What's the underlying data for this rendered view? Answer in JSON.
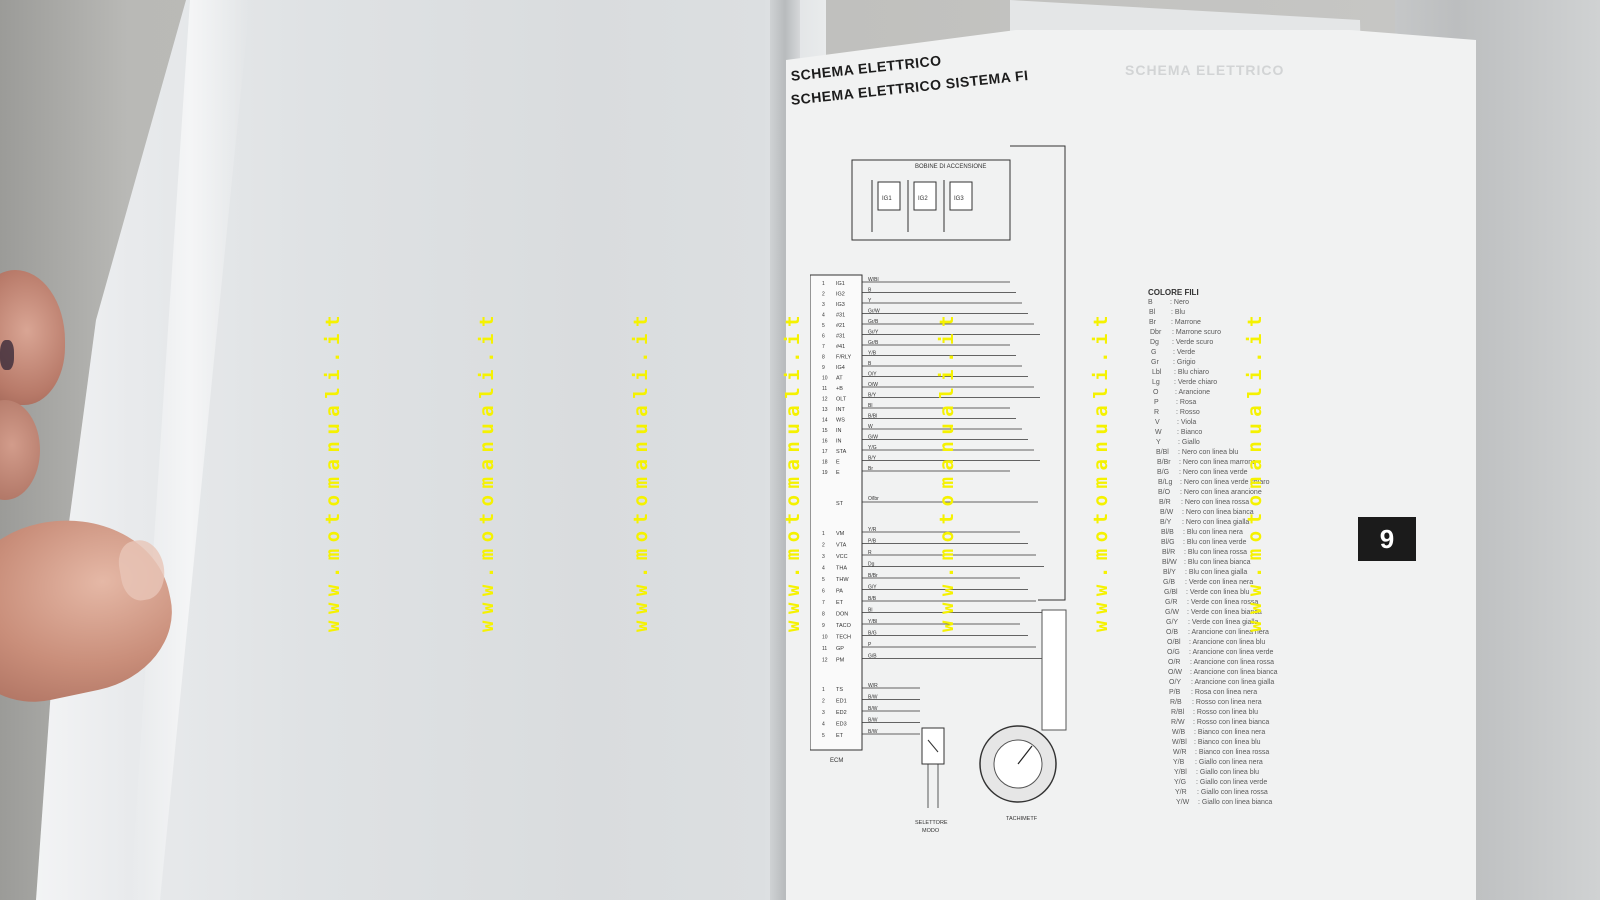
{
  "page": {
    "header_title": "SCHEMA ELETTRICO",
    "header_subtitle": "SCHEMA ELETTRICO SISTEMA FI",
    "ghost_title": "SCHEMA ELETTRICO",
    "chapter_number": "9"
  },
  "diagram": {
    "coils_label": "BOBINE DI ACCENSIONE",
    "coils": [
      "IG1",
      "IG2",
      "IG3"
    ],
    "ecm_label": "ECM",
    "ecm_pins_group1": [
      "IG1",
      "IG2",
      "IG3",
      "#31",
      "#21",
      "#31",
      "#41",
      "F/RLY",
      "IG4",
      "AT",
      "+B",
      "OLT",
      "INT",
      "WS",
      "IN",
      "IN",
      "STA",
      "E",
      "E"
    ],
    "ecm_pin_st": "ST",
    "ecm_pins_group2": [
      "VM",
      "VTA",
      "VCC",
      "THA",
      "THW",
      "PA",
      "ET",
      "DON",
      "TACO",
      "TECH",
      "GP",
      "PM"
    ],
    "ecm_pins_group3": [
      "TS",
      "ED1",
      "ED2",
      "ED3",
      "ET"
    ],
    "wires_group1": [
      "W/Bl",
      "B",
      "Y",
      "Gr/W",
      "Gr/B",
      "Gr/Y",
      "Gr/B",
      "Y/B",
      "B",
      "O/Y",
      "O/W",
      "B/Y",
      "Bl",
      "B/Bl",
      "W",
      "G/W",
      "Y/G",
      "B/Y",
      "Br"
    ],
    "wire_st": "O/lbr",
    "wires_group2": [
      "Y/R",
      "P/B",
      "R",
      "Dg",
      "B/Br",
      "G/Y",
      "B/B",
      "Bl",
      "Y/Bl",
      "B/G",
      "P",
      "G/B"
    ],
    "wires_group3": [
      "W/R",
      "B/W",
      "B/W",
      "B/W",
      "B/W"
    ],
    "selector_label_line1": "SELETTORE",
    "selector_label_line2": "MODO",
    "tachometer_label": "TACHIMETF"
  },
  "legend": {
    "title": "COLORE FILI",
    "entries": [
      {
        "code": "B",
        "name": ": Nero"
      },
      {
        "code": "Bl",
        "name": ": Blu"
      },
      {
        "code": "Br",
        "name": ": Marrone"
      },
      {
        "code": "Dbr",
        "name": ": Marrone scuro"
      },
      {
        "code": "Dg",
        "name": ": Verde scuro"
      },
      {
        "code": "G",
        "name": ": Verde"
      },
      {
        "code": "Gr",
        "name": ": Grigio"
      },
      {
        "code": "Lbl",
        "name": ": Blu chiaro"
      },
      {
        "code": "Lg",
        "name": ": Verde chiaro"
      },
      {
        "code": "O",
        "name": ": Arancione"
      },
      {
        "code": "P",
        "name": ": Rosa"
      },
      {
        "code": "R",
        "name": ": Rosso"
      },
      {
        "code": "V",
        "name": ": Viola"
      },
      {
        "code": "W",
        "name": ": Bianco"
      },
      {
        "code": "Y",
        "name": ": Giallo"
      },
      {
        "code": "B/Bl",
        "name": ": Nero con linea blu"
      },
      {
        "code": "B/Br",
        "name": ": Nero con linea marrone"
      },
      {
        "code": "B/G",
        "name": ": Nero con linea verde"
      },
      {
        "code": "B/Lg",
        "name": ": Nero con linea verde chiaro"
      },
      {
        "code": "B/O",
        "name": ": Nero con linea arancione"
      },
      {
        "code": "B/R",
        "name": ": Nero con linea rossa"
      },
      {
        "code": "B/W",
        "name": ": Nero con linea bianca"
      },
      {
        "code": "B/Y",
        "name": ": Nero con linea gialla"
      },
      {
        "code": "Bl/B",
        "name": ": Blu con linea nera"
      },
      {
        "code": "Bl/G",
        "name": ": Blu con linea verde"
      },
      {
        "code": "Bl/R",
        "name": ": Blu con linea rossa"
      },
      {
        "code": "Bl/W",
        "name": ": Blu con linea bianca"
      },
      {
        "code": "Bl/Y",
        "name": ": Blu con linea gialla"
      },
      {
        "code": "G/B",
        "name": ": Verde con linea nera"
      },
      {
        "code": "G/Bl",
        "name": ": Verde con linea blu"
      },
      {
        "code": "G/R",
        "name": ": Verde con linea rossa"
      },
      {
        "code": "G/W",
        "name": ": Verde con linea bianca"
      },
      {
        "code": "G/Y",
        "name": ": Verde con linea gialla"
      },
      {
        "code": "O/B",
        "name": ": Arancione con linea nera"
      },
      {
        "code": "O/Bl",
        "name": ": Arancione con linea blu"
      },
      {
        "code": "O/G",
        "name": ": Arancione con linea verde"
      },
      {
        "code": "O/R",
        "name": ": Arancione con linea rossa"
      },
      {
        "code": "O/W",
        "name": ": Arancione con linea bianca"
      },
      {
        "code": "O/Y",
        "name": ": Arancione con linea gialla"
      },
      {
        "code": "P/B",
        "name": ": Rosa con linea nera"
      },
      {
        "code": "R/B",
        "name": ": Rosso con linea nera"
      },
      {
        "code": "R/Bl",
        "name": ": Rosso con linea blu"
      },
      {
        "code": "R/W",
        "name": ": Rosso con linea bianca"
      },
      {
        "code": "W/B",
        "name": ": Bianco con linea nera"
      },
      {
        "code": "W/Bl",
        "name": ": Bianco con linea blu"
      },
      {
        "code": "W/R",
        "name": ": Bianco con linea rossa"
      },
      {
        "code": "Y/B",
        "name": ": Giallo con linea nera"
      },
      {
        "code": "Y/Bl",
        "name": ": Giallo con linea blu"
      },
      {
        "code": "Y/G",
        "name": ": Giallo con linea verde"
      },
      {
        "code": "Y/R",
        "name": ": Giallo con linea rossa"
      },
      {
        "code": "Y/W",
        "name": ": Giallo con linea bianca"
      }
    ]
  },
  "watermarks": [
    "www.motomanuali.it",
    "www.motomanuali.it",
    "www.motomanuali.it",
    "www.motomanuali.it",
    "www.motomanuali.it",
    "www.motomanuali.it",
    "www.motomanuali.it"
  ],
  "colors": {
    "watermark": "#f5f200",
    "chapter_tab": "#1b1b1b",
    "paper": "#f1f2f2",
    "ink": "#1c1c1c"
  }
}
